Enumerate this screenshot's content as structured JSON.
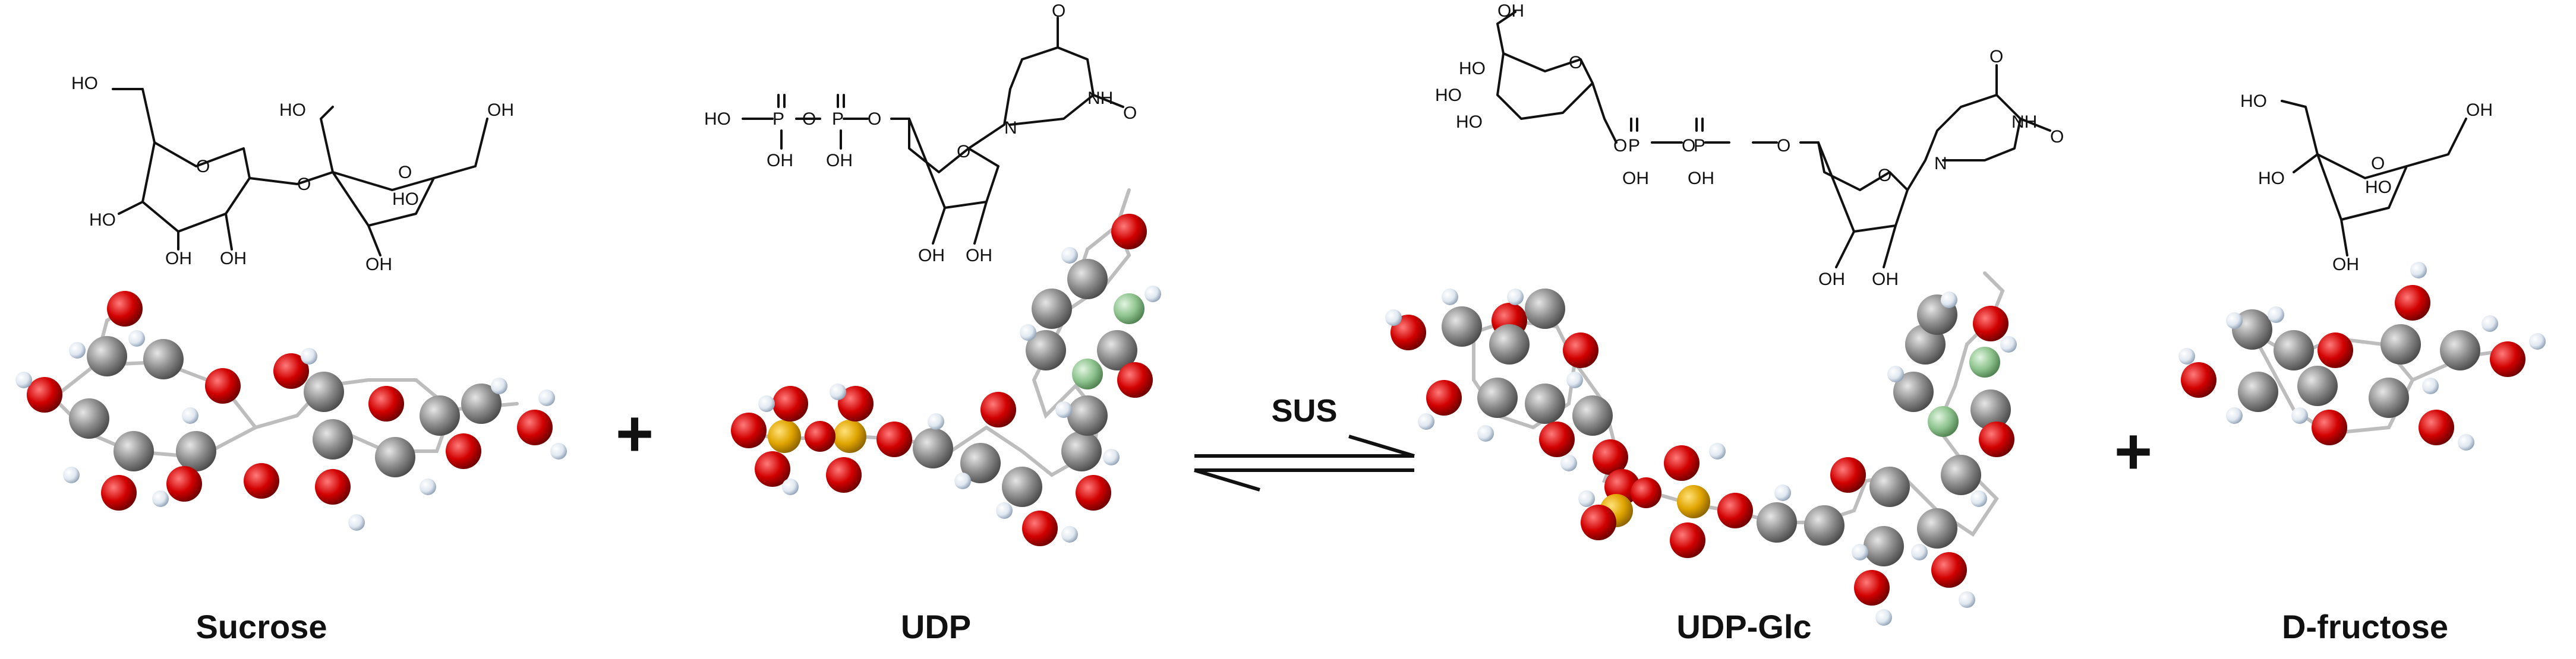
{
  "molecules": [
    {
      "name": "Sucrose"
    },
    {
      "name": "UDP"
    },
    {
      "name": "UDP-Glc"
    },
    {
      "name": "D-fructose"
    }
  ],
  "reaction": {
    "enzyme": "SUS",
    "reactant_join": "+",
    "product_join": "+"
  },
  "atom_colors": {
    "carbon": "#8c8c8c",
    "oxygen": "#d10000",
    "hydrogen": "#dfe7f0",
    "phosphorus": "#e0a400",
    "nitrogen": "#8fc48f"
  },
  "structure_labels": {
    "hydroxyl": "OH",
    "hydroxyl_left": "HO",
    "oxygen": "O",
    "phosphorus": "P",
    "nitrogen_h": "NH",
    "nitrogen": "N"
  }
}
